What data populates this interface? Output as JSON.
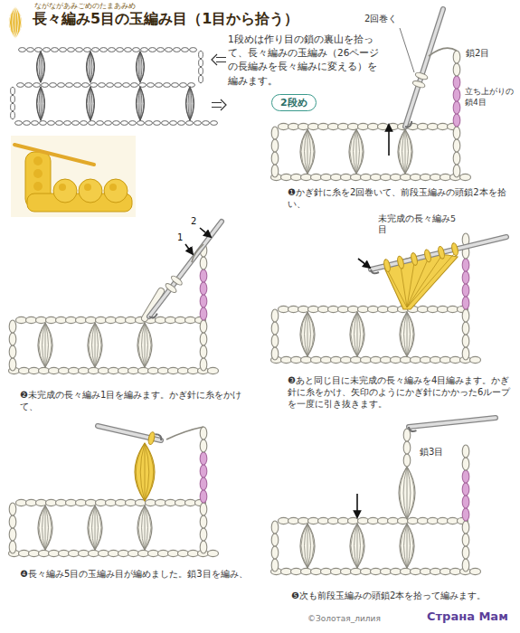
{
  "diagram": {
    "title": "長々編み5目の玉編み目（1目から拾う）",
    "nodes": [
      {
        "text": [
          "2段め"
        ]
      }
    ],
    "labels": [
      "ながながあみごめのたまあみめ",
      "1段めは作り目の鎖の裏山を拾って、長々編みの玉編み（26ページの長編みを長々編みに変える）を編みます。",
      "2回巻く",
      "鎖2目",
      "立ち上がりの鎖4目",
      "❶かぎ針に糸を2回巻いて、前段玉編みの頭鎖2本を拾い、",
      "1",
      "2",
      "❷未完成の長々編み1目を編みます。かぎ針に糸をかけて、",
      "未完成の長々編み5目",
      "❸あと同じ目に未完成の長々編みを4目編みます。かぎ針に糸をかけ、矢印のようにかぎ針にかかった6ループを一度に引き抜きます。",
      "❹長々編み5目の玉編み目が編めました。鎖3目を編み、",
      "鎖3目",
      "❺次も前段玉編みの頭鎖2本を拾って編みます。",
      "Страна Мам",
      "©Золотая_лилия"
    ]
  }
}
